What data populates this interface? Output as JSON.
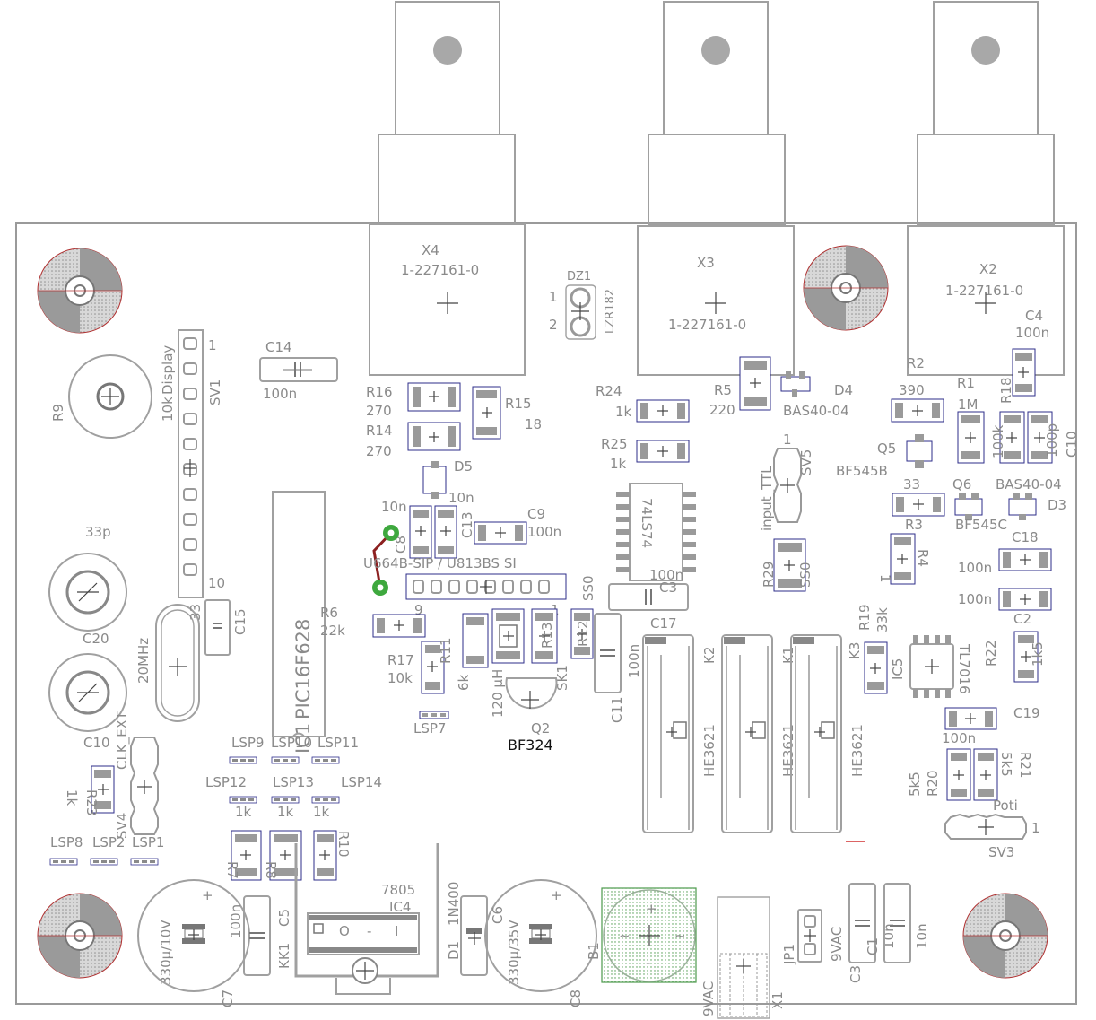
{
  "board": {
    "connectors": [
      {
        "ref": "X4",
        "part": "1-227161-0"
      },
      {
        "ref": "X3",
        "part": "1-227161-0"
      },
      {
        "ref": "X2",
        "part": "1-227161-0"
      }
    ],
    "labels": {
      "dz1": "DZ1",
      "lzr182": "LZR182",
      "pin1": "1",
      "pin2": "2",
      "c14": "C14",
      "c14v": "100n",
      "display": "Display",
      "sv1": "SV1",
      "tenk": "10k",
      "r9": "R9",
      "sv1p1": "1",
      "sv1p10": "10",
      "sv1p33": "33",
      "c20v": "33p",
      "c20": "C20",
      "c15": "C15",
      "xtal": "20MHz",
      "pic": "PIC16F628",
      "ic1": "IC1",
      "r16": "R16",
      "r16v": "270",
      "r14": "R14",
      "r14v": "270",
      "r15": "R15",
      "r15v": "18",
      "d5": "D5",
      "c8": "C8",
      "c8v": "10n",
      "c13": "C13",
      "c13v": "10n",
      "c9": "C9",
      "c9v": "100n",
      "sip": "U664B-SIP / U813BS SI",
      "pin9": "9",
      "pin1b": "1",
      "r6": "R6",
      "r6v": "22k",
      "r17": "R17",
      "r17v": "10k",
      "r11": "R11",
      "r11v": "6k",
      "l1": "120 µH",
      "sk1": "SK1",
      "r13": "R13",
      "r12": "R12",
      "lsp7": "LSP7",
      "q2": "Q2",
      "bf324": "BF324",
      "r24": "R24",
      "r24v": "1k",
      "r25": "R25",
      "r25v": "1k",
      "ic2": "74LS74",
      "c3": "C3",
      "c3v": "100n",
      "c17": "C17",
      "c11": "C11",
      "c11v": "100n",
      "r5": "R5",
      "r5v": "220",
      "d4": "D4",
      "d4v": "BAS40-04",
      "sv5": "SV5",
      "ttl": "input_TTL",
      "sv5p1": "1",
      "ss0": "SS0",
      "r29": "R29",
      "r2": "R2",
      "r2v": "390",
      "r1": "R1",
      "r1v": "1M",
      "r18": "R18",
      "r18v": "100k",
      "c10b": "C10",
      "c10bv": "100p",
      "c4": "C4",
      "c4v": "100n",
      "q5": "Q5",
      "q5v": "BF545B",
      "q6": "Q6",
      "q6v": "BF545C",
      "d3": "D3",
      "d3v": "BAS40-04",
      "r3": "R3",
      "r3v": "33",
      "r4": "R4",
      "r4v": "1",
      "c18": "C18",
      "c18v": "100n",
      "c2": "C2",
      "c2v": "100n",
      "r19": "R19",
      "r19v": "33k",
      "k3": "K3",
      "ic5": "IC5",
      "ic5v": "TL7016",
      "r22": "R22",
      "r22v": "1k5",
      "c19": "C19",
      "c19v": "100n",
      "r20": "R20",
      "r20v": "5k5",
      "r21": "R21",
      "r21v": "5k5",
      "poti": "Poti",
      "sv3": "SV3",
      "sv3p1": "1",
      "k1": "K1",
      "k2": "K2",
      "he": "HE3621",
      "lsp9": "LSP9",
      "lsp10": "LSP10",
      "lsp11": "LSP11",
      "lsp12": "LSP12",
      "lsp13": "LSP13",
      "lsp14": "LSP14",
      "lsp8": "LSP8",
      "lsp2": "LSP2",
      "lsp1": "LSP1",
      "r7": "R7",
      "r8": "R8",
      "r10": "R10",
      "onek": "1k",
      "c10": "C10",
      "clk": "CLK_EXT",
      "sv4": "SV4",
      "r23": "R23",
      "r23v": "1k",
      "c7": "C7",
      "c7v": "330µ/10V",
      "c5": "C5",
      "c5v": "100n",
      "kk1": "KK1",
      "ic4": "IC4",
      "ic4v": "7805",
      "i": "I",
      "o": "O",
      "g": "-",
      "d1": "D1",
      "d1v": "1N400",
      "c6": "C6",
      "c6v": "330µ/35V",
      "c8b": "C8",
      "b1": "B1",
      "vac": "9VAC",
      "x1": "X1",
      "jp1": "JP1",
      "c1": "C1",
      "c1v": "10n",
      "c3b": "C3",
      "c3bv": "10n"
    }
  }
}
